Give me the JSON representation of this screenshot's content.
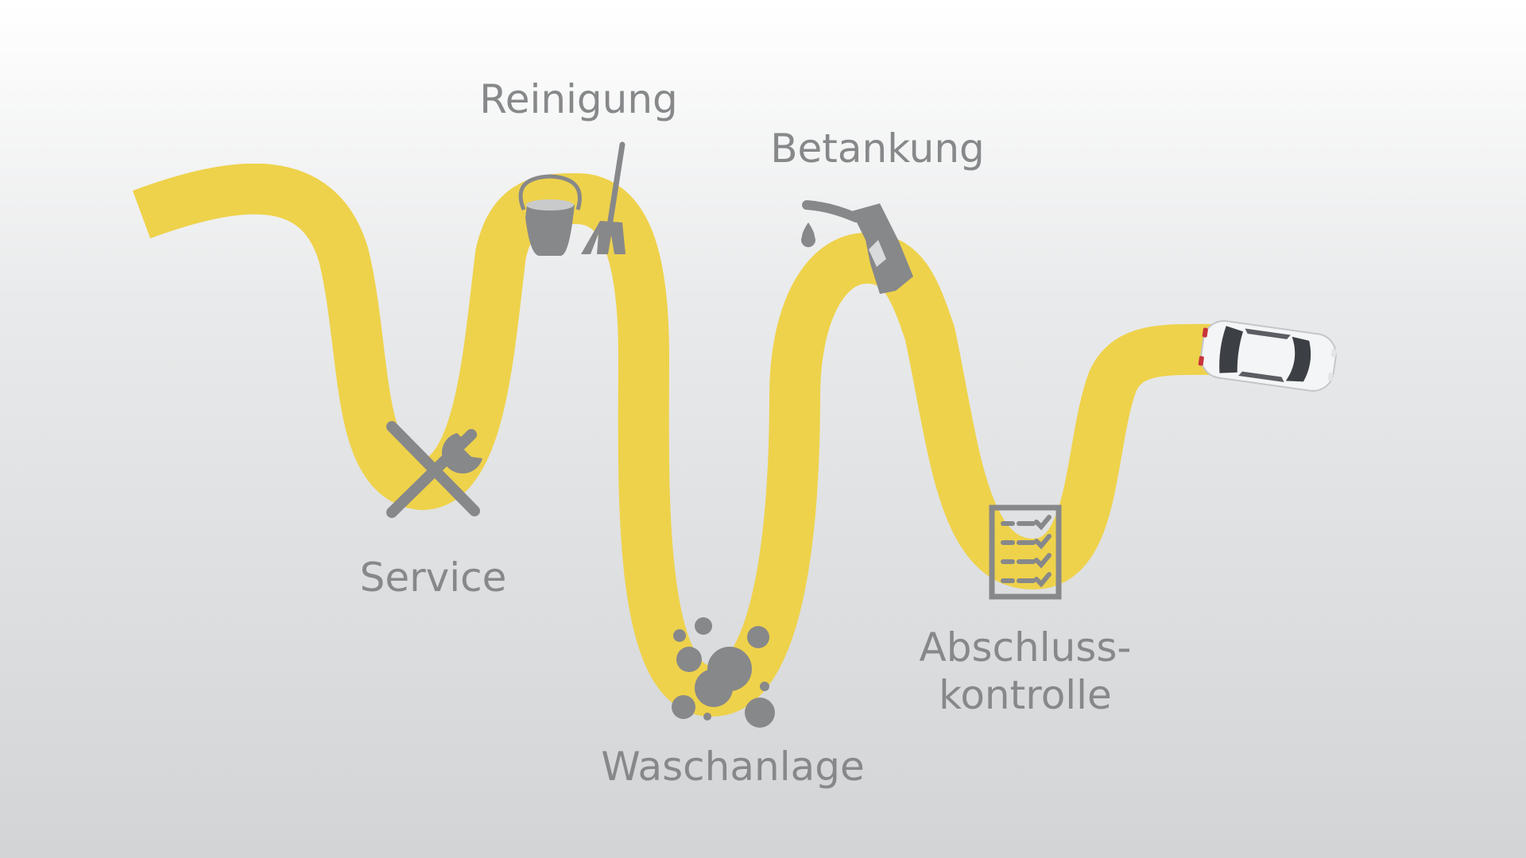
{
  "steps": [
    {
      "id": "service",
      "label": "Service",
      "icon": "wrench-screwdriver-icon"
    },
    {
      "id": "reinigung",
      "label": "Reinigung",
      "icon": "bucket-broom-icon"
    },
    {
      "id": "waschanlage",
      "label": "Waschanlage",
      "icon": "bubbles-icon"
    },
    {
      "id": "betankung",
      "label": "Betankung",
      "icon": "fuel-nozzle-icon"
    },
    {
      "id": "abschlusskontrolle",
      "label_line1": "Abschluss-",
      "label_line2": "kontrolle",
      "icon": "checklist-icon"
    }
  ],
  "end_marker": {
    "icon": "car-icon"
  },
  "colors": {
    "road": "#f6d84a",
    "icon": "#87888a",
    "text": "#87888a",
    "car_body": "#f4f5f6",
    "car_glass": "#3c3f44",
    "car_taillight": "#c8343a"
  }
}
